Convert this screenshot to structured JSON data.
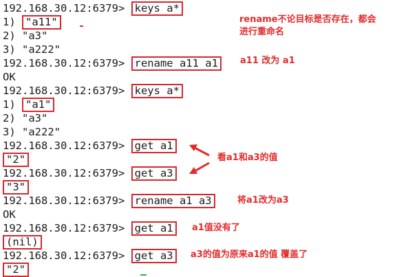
{
  "terminal": {
    "prompt": "192.168.30.12:6379> ",
    "lines": [
      {
        "text": "192.168.30.12:6379> ",
        "boxed": "keys a*"
      },
      {
        "text": "1) ",
        "boxed": "\"a11\""
      },
      {
        "text": "2) \"a3\"",
        "boxed": ""
      },
      {
        "text": "3) \"a222\"",
        "boxed": ""
      },
      {
        "text": "192.168.30.12:6379> ",
        "boxed": "rename a11 a1"
      },
      {
        "text": "OK",
        "boxed": ""
      },
      {
        "text": "192.168.30.12:6379> ",
        "boxed": "keys a*"
      },
      {
        "text": "1) ",
        "boxed": "\"a1\""
      },
      {
        "text": "2) \"a3\"",
        "boxed": ""
      },
      {
        "text": "3) \"a222\"",
        "boxed": ""
      },
      {
        "text": "192.168.30.12:6379> ",
        "boxed": "get a1"
      },
      {
        "text": "",
        "boxed": "\"2\""
      },
      {
        "text": "192.168.30.12:6379> ",
        "boxed": "get a3"
      },
      {
        "text": "",
        "boxed": "\"3\""
      },
      {
        "text": "192.168.30.12:6379> ",
        "boxed": "rename a1 a3"
      },
      {
        "text": "OK",
        "boxed": ""
      },
      {
        "text": "192.168.30.12:6379> ",
        "boxed": "get a1"
      },
      {
        "text": "",
        "boxed": "(nil)"
      },
      {
        "text": "192.168.30.12:6379> ",
        "boxed": "get a3"
      },
      {
        "text": "",
        "boxed": "\"2\""
      }
    ]
  },
  "annotations": {
    "rename_note_line1": "rename不论目标是否存在，都会",
    "rename_note_line2": "进行重命名",
    "a11_to_a1": "a11 改为 a1",
    "see_a1_a3": "看a1和a3的值",
    "a1_to_a3": "将a1改为a3",
    "a1_gone": "a1值没有了",
    "a3_overwritten": "a3的值为原来a1的值 覆盖了"
  },
  "colors": {
    "annotation": "#e32a2a",
    "box_border": "#d7262c",
    "text": "#1a1a1a"
  }
}
